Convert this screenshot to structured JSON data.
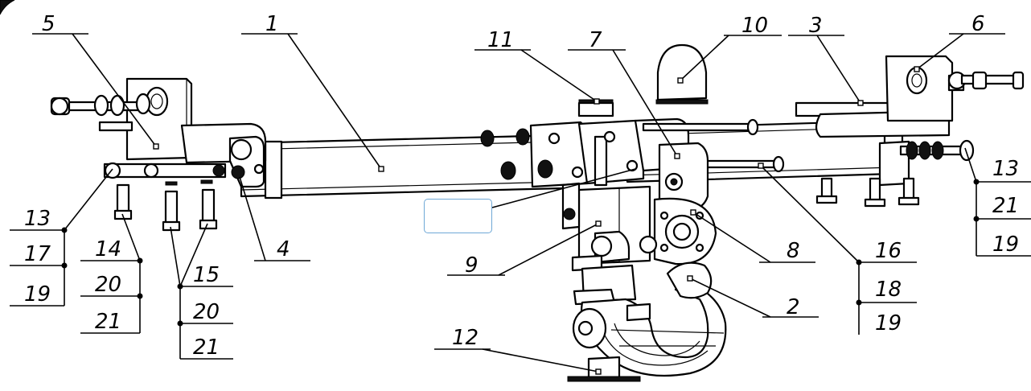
{
  "labels": [
    {
      "id": "l1",
      "text": "1"
    },
    {
      "id": "l2",
      "text": "2"
    },
    {
      "id": "l3",
      "text": "3"
    },
    {
      "id": "l4",
      "text": "4"
    },
    {
      "id": "l5",
      "text": "5"
    },
    {
      "id": "l6",
      "text": "6"
    },
    {
      "id": "l7",
      "text": "7"
    },
    {
      "id": "l8",
      "text": "8"
    },
    {
      "id": "l9",
      "text": "9"
    },
    {
      "id": "l10",
      "text": "10"
    },
    {
      "id": "l11",
      "text": "11"
    },
    {
      "id": "l12",
      "text": "12"
    },
    {
      "id": "l13a",
      "text": "13"
    },
    {
      "id": "l17",
      "text": "17"
    },
    {
      "id": "l19a",
      "text": "19"
    },
    {
      "id": "l14",
      "text": "14"
    },
    {
      "id": "l20a",
      "text": "20"
    },
    {
      "id": "l21a",
      "text": "21"
    },
    {
      "id": "l15",
      "text": "15"
    },
    {
      "id": "l20b",
      "text": "20"
    },
    {
      "id": "l21b",
      "text": "21"
    },
    {
      "id": "l16",
      "text": "16"
    },
    {
      "id": "l18",
      "text": "18"
    },
    {
      "id": "l19b",
      "text": "19"
    },
    {
      "id": "l13b",
      "text": "13"
    },
    {
      "id": "l21c",
      "text": "21"
    },
    {
      "id": "l19c",
      "text": "19"
    }
  ]
}
